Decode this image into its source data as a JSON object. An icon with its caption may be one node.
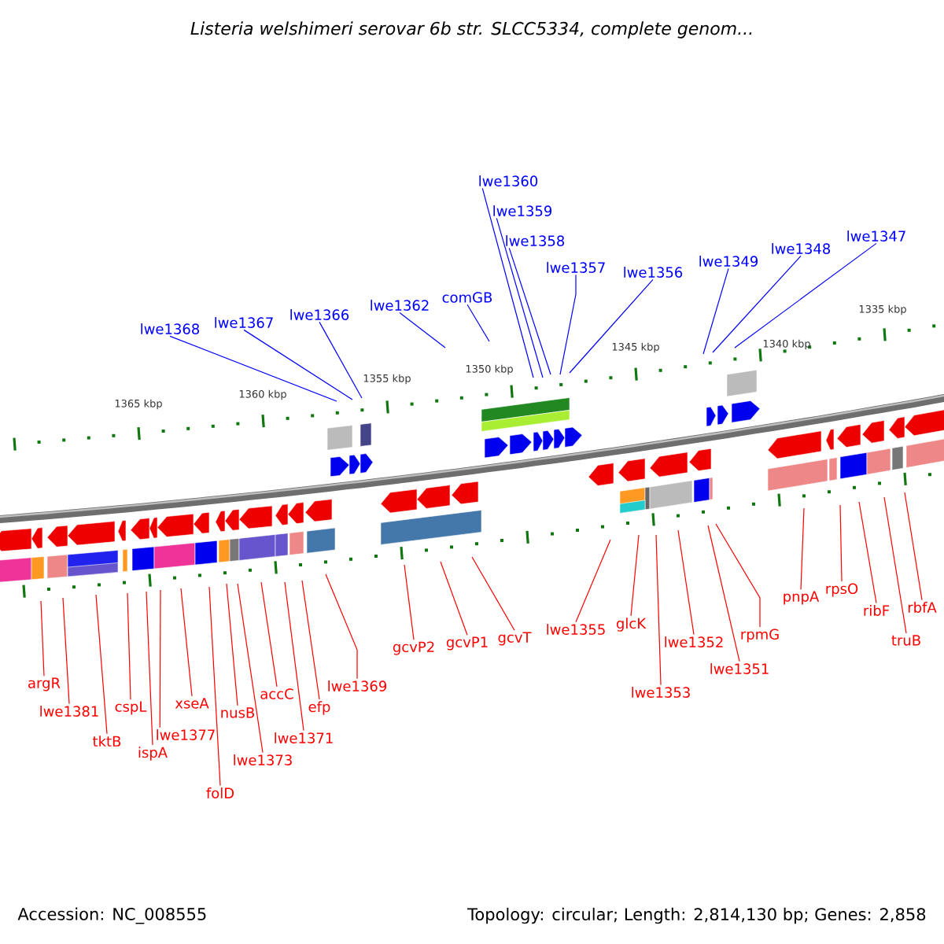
{
  "diagram": {
    "title": "Listeria welshimeri serovar 6b str. SLCC5334, complete genom...",
    "nodes": [
      {
        "text": [
          "lwe1368"
        ]
      },
      {
        "text": [
          "lwe1367"
        ]
      },
      {
        "text": [
          "lwe1366"
        ]
      },
      {
        "text": [
          "lwe1362"
        ]
      },
      {
        "text": [
          "comGB"
        ]
      },
      {
        "text": [
          "lwe1360"
        ]
      },
      {
        "text": [
          "lwe1359"
        ]
      },
      {
        "text": [
          "lwe1358"
        ]
      },
      {
        "text": [
          "lwe1357"
        ]
      },
      {
        "text": [
          "lwe1356"
        ]
      },
      {
        "text": [
          "lwe1349"
        ]
      },
      {
        "text": [
          "lwe1348"
        ]
      },
      {
        "text": [
          "lwe1347"
        ]
      },
      {
        "text": [
          "argR"
        ]
      },
      {
        "text": [
          "lwe1381"
        ]
      },
      {
        "text": [
          "tktB"
        ]
      },
      {
        "text": [
          "cspL"
        ]
      },
      {
        "text": [
          "lwe1377"
        ]
      },
      {
        "text": [
          "ispA"
        ]
      },
      {
        "text": [
          "xseA"
        ]
      },
      {
        "text": [
          "folD"
        ]
      },
      {
        "text": [
          "nusB"
        ]
      },
      {
        "text": [
          "lwe1373"
        ]
      },
      {
        "text": [
          "accC"
        ]
      },
      {
        "text": [
          "lwe1371"
        ]
      },
      {
        "text": [
          "efp"
        ]
      },
      {
        "text": [
          "lwe1369"
        ]
      },
      {
        "text": [
          "gcvP2"
        ]
      },
      {
        "text": [
          "gcvP1"
        ]
      },
      {
        "text": [
          "gcvT"
        ]
      },
      {
        "text": [
          "lwe1355"
        ]
      },
      {
        "text": [
          "glcK"
        ]
      },
      {
        "text": [
          "lwe1352"
        ]
      },
      {
        "text": [
          "lwe1353"
        ]
      },
      {
        "text": [
          "lwe1351"
        ]
      },
      {
        "text": [
          "rpmG"
        ]
      },
      {
        "text": [
          "pnpA"
        ]
      },
      {
        "text": [
          "rpsO"
        ]
      },
      {
        "text": [
          "ribF"
        ]
      },
      {
        "text": [
          "truB"
        ]
      },
      {
        "text": [
          "rbfA"
        ]
      }
    ],
    "edges": [
      {
        "from": 0,
        "to": null,
        "arrow": "none",
        "color": "#0000ff"
      },
      {
        "from": 1,
        "to": null,
        "arrow": "none",
        "color": "#0000ff"
      },
      {
        "from": 2,
        "to": null,
        "arrow": "none",
        "color": "#0000ff"
      },
      {
        "from": 3,
        "to": null,
        "arrow": "none",
        "color": "#0000ff"
      },
      {
        "from": 4,
        "to": null,
        "arrow": "none",
        "color": "#0000ff"
      },
      {
        "from": 5,
        "to": null,
        "arrow": "none",
        "color": "#0000ff"
      },
      {
        "from": 6,
        "to": null,
        "arrow": "none",
        "color": "#0000ff"
      },
      {
        "from": 7,
        "to": null,
        "arrow": "none",
        "color": "#0000ff"
      },
      {
        "from": 8,
        "to": null,
        "arrow": "none",
        "color": "#0000ff"
      },
      {
        "from": 9,
        "to": null,
        "arrow": "none",
        "color": "#0000ff"
      },
      {
        "from": 10,
        "to": null,
        "arrow": "none",
        "color": "#0000ff"
      },
      {
        "from": 11,
        "to": null,
        "arrow": "none",
        "color": "#0000ff"
      },
      {
        "from": 12,
        "to": null,
        "arrow": "none",
        "color": "#0000ff"
      },
      {
        "from": 13,
        "to": null,
        "arrow": "none"
      },
      {
        "from": 14,
        "to": null,
        "arrow": "none"
      },
      {
        "from": 15,
        "to": null,
        "arrow": "none"
      },
      {
        "from": 16,
        "to": null,
        "arrow": "none"
      },
      {
        "from": 17,
        "to": null,
        "arrow": "none"
      },
      {
        "from": 18,
        "to": null,
        "arrow": "none"
      },
      {
        "from": 19,
        "to": null,
        "arrow": "none"
      },
      {
        "from": 20,
        "to": null,
        "arrow": "none"
      },
      {
        "from": 21,
        "to": null,
        "arrow": "none"
      },
      {
        "from": 22,
        "to": null,
        "arrow": "none"
      },
      {
        "from": 23,
        "to": null,
        "arrow": "none"
      },
      {
        "from": 24,
        "to": null,
        "arrow": "none"
      },
      {
        "from": 25,
        "to": null,
        "arrow": "none"
      },
      {
        "from": 26,
        "to": null,
        "arrow": "none"
      },
      {
        "from": 27,
        "to": null,
        "arrow": "none"
      },
      {
        "from": 28,
        "to": null,
        "arrow": "none"
      },
      {
        "from": 29,
        "to": null,
        "arrow": "none"
      },
      {
        "from": 30,
        "to": null,
        "arrow": "none"
      },
      {
        "from": 31,
        "to": null,
        "arrow": "none"
      },
      {
        "from": 32,
        "to": null,
        "arrow": "none"
      },
      {
        "from": 33,
        "to": null,
        "arrow": "none"
      },
      {
        "from": 34,
        "to": null,
        "arrow": "none"
      },
      {
        "from": 35,
        "to": null,
        "arrow": "none"
      },
      {
        "from": 36,
        "to": null,
        "arrow": "none"
      },
      {
        "from": 37,
        "to": null,
        "arrow": "none"
      },
      {
        "from": 38,
        "to": null,
        "arrow": "none"
      },
      {
        "from": 39,
        "to": null,
        "arrow": "none"
      },
      {
        "from": 40,
        "to": null,
        "arrow": "none"
      }
    ],
    "labels": [
      "1365 kbp",
      "1360 kbp",
      "1355 kbp",
      "1350 kbp",
      "1345 kbp",
      "1340 kbp",
      "1335 kbp",
      "Accession: NC_008555",
      "Topology: circular; Length: 2,814,130 bp; Genes: 2,858"
    ]
  }
}
